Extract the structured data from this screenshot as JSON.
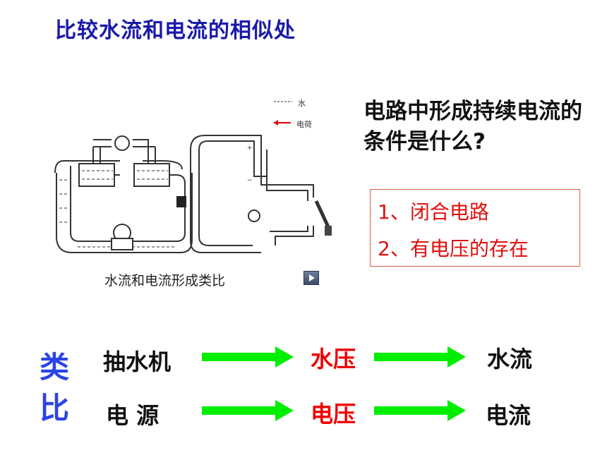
{
  "title": "比较水流和电流的相似处",
  "figure": {
    "caption": "水流和电流形成类比",
    "legend_water": "水",
    "legend_charge": "电荷"
  },
  "question": "电路中形成持续电流的条件是什么?",
  "answers": [
    "1、闭合电路",
    "2、有电压的存在"
  ],
  "analogy": {
    "label": "类比",
    "row1": {
      "a": "抽水机",
      "b": "水压",
      "c": "水流"
    },
    "row2": {
      "a": "电 源",
      "b": "电压",
      "c": "电流"
    }
  },
  "colors": {
    "title": "#1a1aa8",
    "accent_red": "#ee0000",
    "arrow_green": "#00ee00",
    "label_blue": "#2a44e8"
  }
}
